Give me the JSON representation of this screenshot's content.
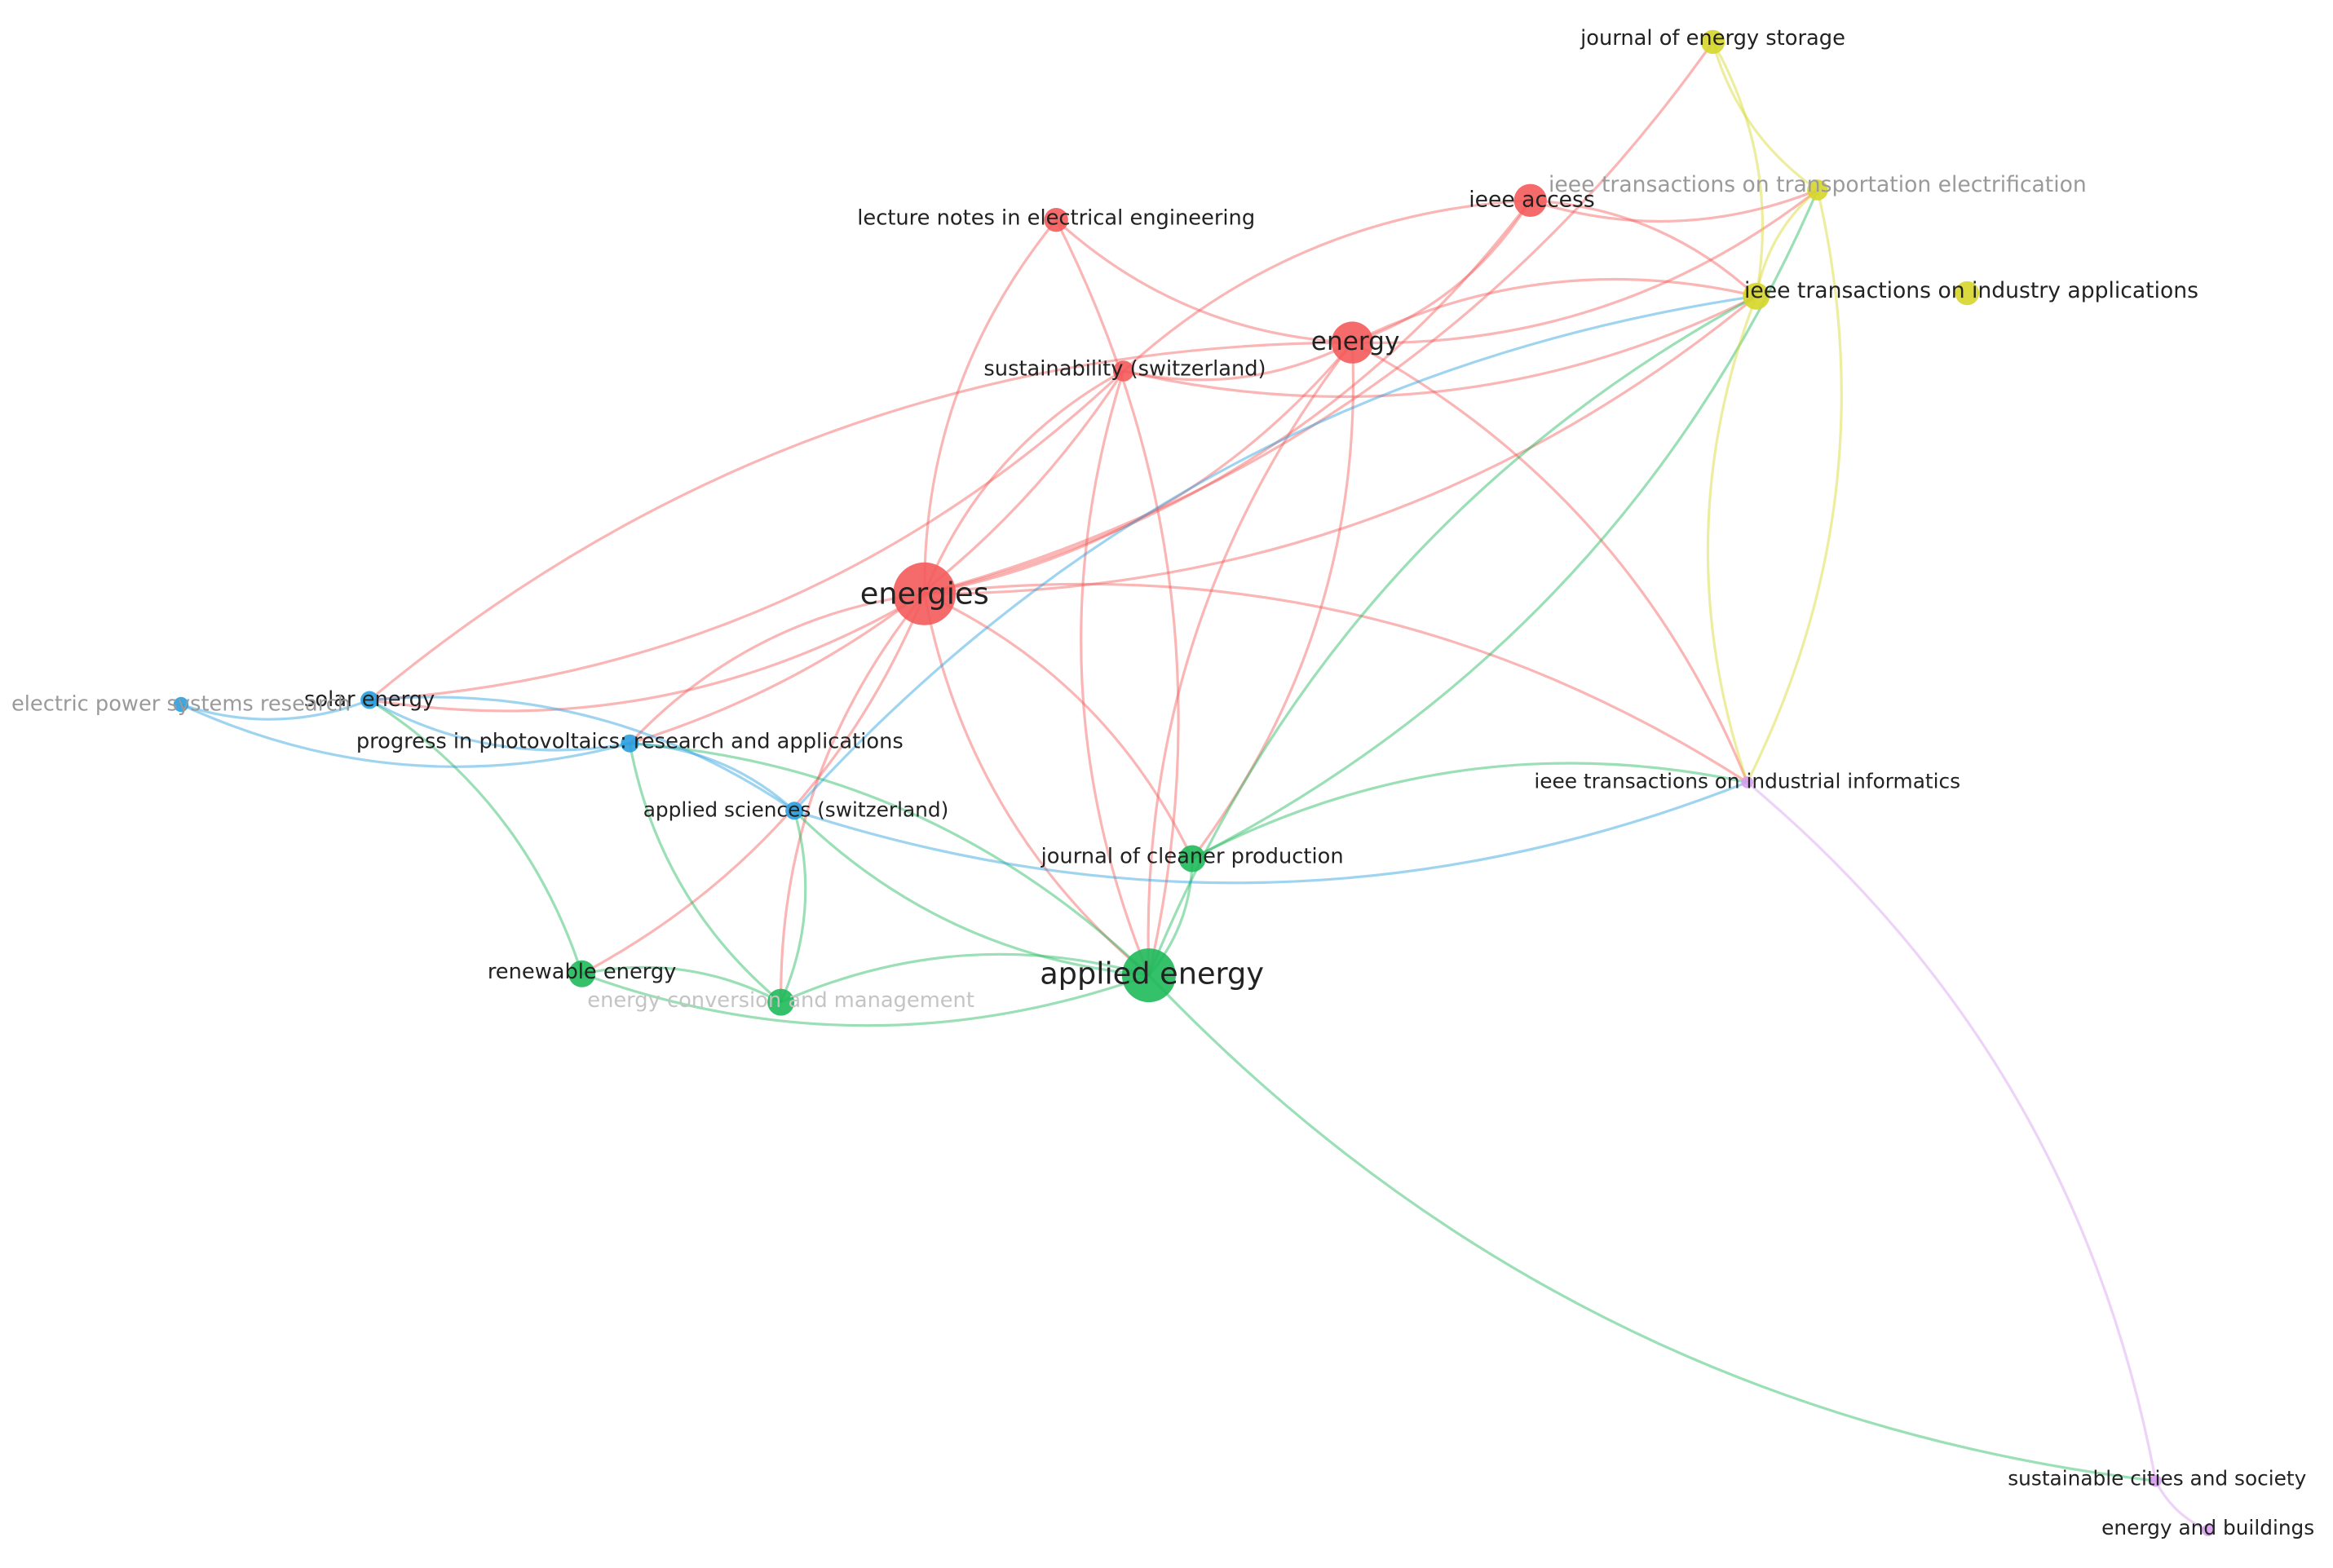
{
  "clusters": {
    "red": "#f45b5b",
    "green": "#1fb95a",
    "blue": "#2a9fdf",
    "yellow": "#d6d62a",
    "purple": "#d79ef0"
  },
  "label_colors": {
    "normal": "#222222",
    "faded": "#9a9a9a",
    "very_faded": "#c4c4c4"
  },
  "nodes": [
    {
      "id": "energies",
      "label": "energies",
      "cluster": "red",
      "weight": 5,
      "label_style": "normal"
    },
    {
      "id": "energy",
      "label": "energy",
      "cluster": "red",
      "weight": 3,
      "label_style": "normal"
    },
    {
      "id": "ieee_access",
      "label": "ieee access",
      "cluster": "red",
      "weight": 2.5,
      "label_style": "normal"
    },
    {
      "id": "lecture_notes",
      "label": "lecture notes in electrical engineering",
      "cluster": "red",
      "weight": 1.5,
      "label_style": "normal"
    },
    {
      "id": "sustainability",
      "label": "sustainability (switzerland)",
      "cluster": "red",
      "weight": 1.5,
      "label_style": "normal"
    },
    {
      "id": "applied_energy",
      "label": "applied energy",
      "cluster": "green",
      "weight": 4.5,
      "label_style": "normal"
    },
    {
      "id": "journal_cleaner",
      "label": "journal of cleaner production",
      "cluster": "green",
      "weight": 1.8,
      "label_style": "normal"
    },
    {
      "id": "renewable_energy",
      "label": "renewable energy",
      "cluster": "green",
      "weight": 1.8,
      "label_style": "normal"
    },
    {
      "id": "energy_conversion",
      "label": "energy conversion and management",
      "cluster": "green",
      "weight": 1.8,
      "label_style": "very_faded"
    },
    {
      "id": "solar_energy",
      "label": "solar energy",
      "cluster": "blue",
      "weight": 1.2,
      "label_style": "normal"
    },
    {
      "id": "electric_power",
      "label": "electric power systems research",
      "cluster": "blue",
      "weight": 1.2,
      "label_style": "faded"
    },
    {
      "id": "progress_pv",
      "label": "progress in photovoltaics: research and applications",
      "cluster": "blue",
      "weight": 1.3,
      "label_style": "normal"
    },
    {
      "id": "applied_sciences",
      "label": "applied sciences (switzerland)",
      "cluster": "blue",
      "weight": 1.3,
      "label_style": "normal"
    },
    {
      "id": "journal_energy_storage",
      "label": "journal of energy storage",
      "cluster": "yellow",
      "weight": 1.5,
      "label_style": "normal"
    },
    {
      "id": "ieee_trans_transport",
      "label": "ieee transactions on transportation electrification",
      "cluster": "yellow",
      "weight": 1.3,
      "label_style": "faded"
    },
    {
      "id": "ieee_trans_industry",
      "label": "ieee transactions on industry applications",
      "cluster": "yellow",
      "weight": 1.5,
      "label_style": "normal"
    },
    {
      "id": "ieee_trans_informatics",
      "label": "ieee transactions on industrial informatics",
      "cluster": "purple",
      "weight": 1,
      "label_style": "normal"
    },
    {
      "id": "sustainable_cities",
      "label": "sustainable cities and society",
      "cluster": "purple",
      "weight": 1,
      "label_style": "normal"
    },
    {
      "id": "energy_buildings",
      "label": "energy and buildings",
      "cluster": "purple",
      "weight": 1,
      "label_style": "normal"
    }
  ],
  "edges": [
    [
      "energies",
      "energy"
    ],
    [
      "energies",
      "sustainability"
    ],
    [
      "energies",
      "ieee_access"
    ],
    [
      "energies",
      "lecture_notes"
    ],
    [
      "energies",
      "applied_energy"
    ],
    [
      "energies",
      "solar_energy"
    ],
    [
      "energies",
      "progress_pv"
    ],
    [
      "energies",
      "renewable_energy"
    ],
    [
      "energies",
      "energy_conversion"
    ],
    [
      "energies",
      "journal_cleaner"
    ],
    [
      "energies",
      "ieee_trans_industry"
    ],
    [
      "energies",
      "ieee_trans_informatics"
    ],
    [
      "energies",
      "journal_energy_storage"
    ],
    [
      "energy",
      "sustainability"
    ],
    [
      "energy",
      "ieee_access"
    ],
    [
      "energy",
      "lecture_notes"
    ],
    [
      "energy",
      "applied_energy"
    ],
    [
      "energy",
      "journal_cleaner"
    ],
    [
      "energy",
      "solar_energy"
    ],
    [
      "energy",
      "ieee_trans_industry"
    ],
    [
      "energy",
      "ieee_trans_transport"
    ],
    [
      "energy",
      "ieee_trans_informatics"
    ],
    [
      "ieee_access",
      "sustainability"
    ],
    [
      "ieee_access",
      "ieee_trans_industry"
    ],
    [
      "ieee_access",
      "ieee_trans_transport"
    ],
    [
      "lecture_notes",
      "applied_energy"
    ],
    [
      "sustainability",
      "applied_energy"
    ],
    [
      "sustainability",
      "solar_energy"
    ],
    [
      "sustainability",
      "ieee_trans_industry"
    ],
    [
      "sustainability",
      "progress_pv"
    ],
    [
      "applied_energy",
      "journal_cleaner"
    ],
    [
      "applied_energy",
      "renewable_energy"
    ],
    [
      "applied_energy",
      "energy_conversion"
    ],
    [
      "applied_energy",
      "applied_sciences"
    ],
    [
      "applied_energy",
      "sustainable_cities"
    ],
    [
      "applied_energy",
      "ieee_trans_industry"
    ],
    [
      "applied_energy",
      "progress_pv"
    ],
    [
      "journal_cleaner",
      "ieee_trans_informatics"
    ],
    [
      "journal_cleaner",
      "ieee_trans_transport"
    ],
    [
      "renewable_energy",
      "energy_conversion"
    ],
    [
      "renewable_energy",
      "solar_energy"
    ],
    [
      "energy_conversion",
      "progress_pv"
    ],
    [
      "energy_conversion",
      "applied_sciences"
    ],
    [
      "solar_energy",
      "electric_power"
    ],
    [
      "solar_energy",
      "progress_pv"
    ],
    [
      "solar_energy",
      "applied_sciences"
    ],
    [
      "electric_power",
      "progress_pv"
    ],
    [
      "progress_pv",
      "applied_sciences"
    ],
    [
      "applied_sciences",
      "ieee_trans_informatics"
    ],
    [
      "applied_sciences",
      "ieee_trans_industry"
    ],
    [
      "journal_energy_storage",
      "ieee_trans_transport"
    ],
    [
      "journal_energy_storage",
      "ieee_trans_industry"
    ],
    [
      "ieee_trans_transport",
      "ieee_trans_industry"
    ],
    [
      "ieee_trans_transport",
      "ieee_trans_informatics"
    ],
    [
      "ieee_trans_industry",
      "ieee_trans_informatics"
    ],
    [
      "ieee_trans_informatics",
      "sustainable_cities"
    ],
    [
      "sustainable_cities",
      "energy_buildings"
    ]
  ]
}
